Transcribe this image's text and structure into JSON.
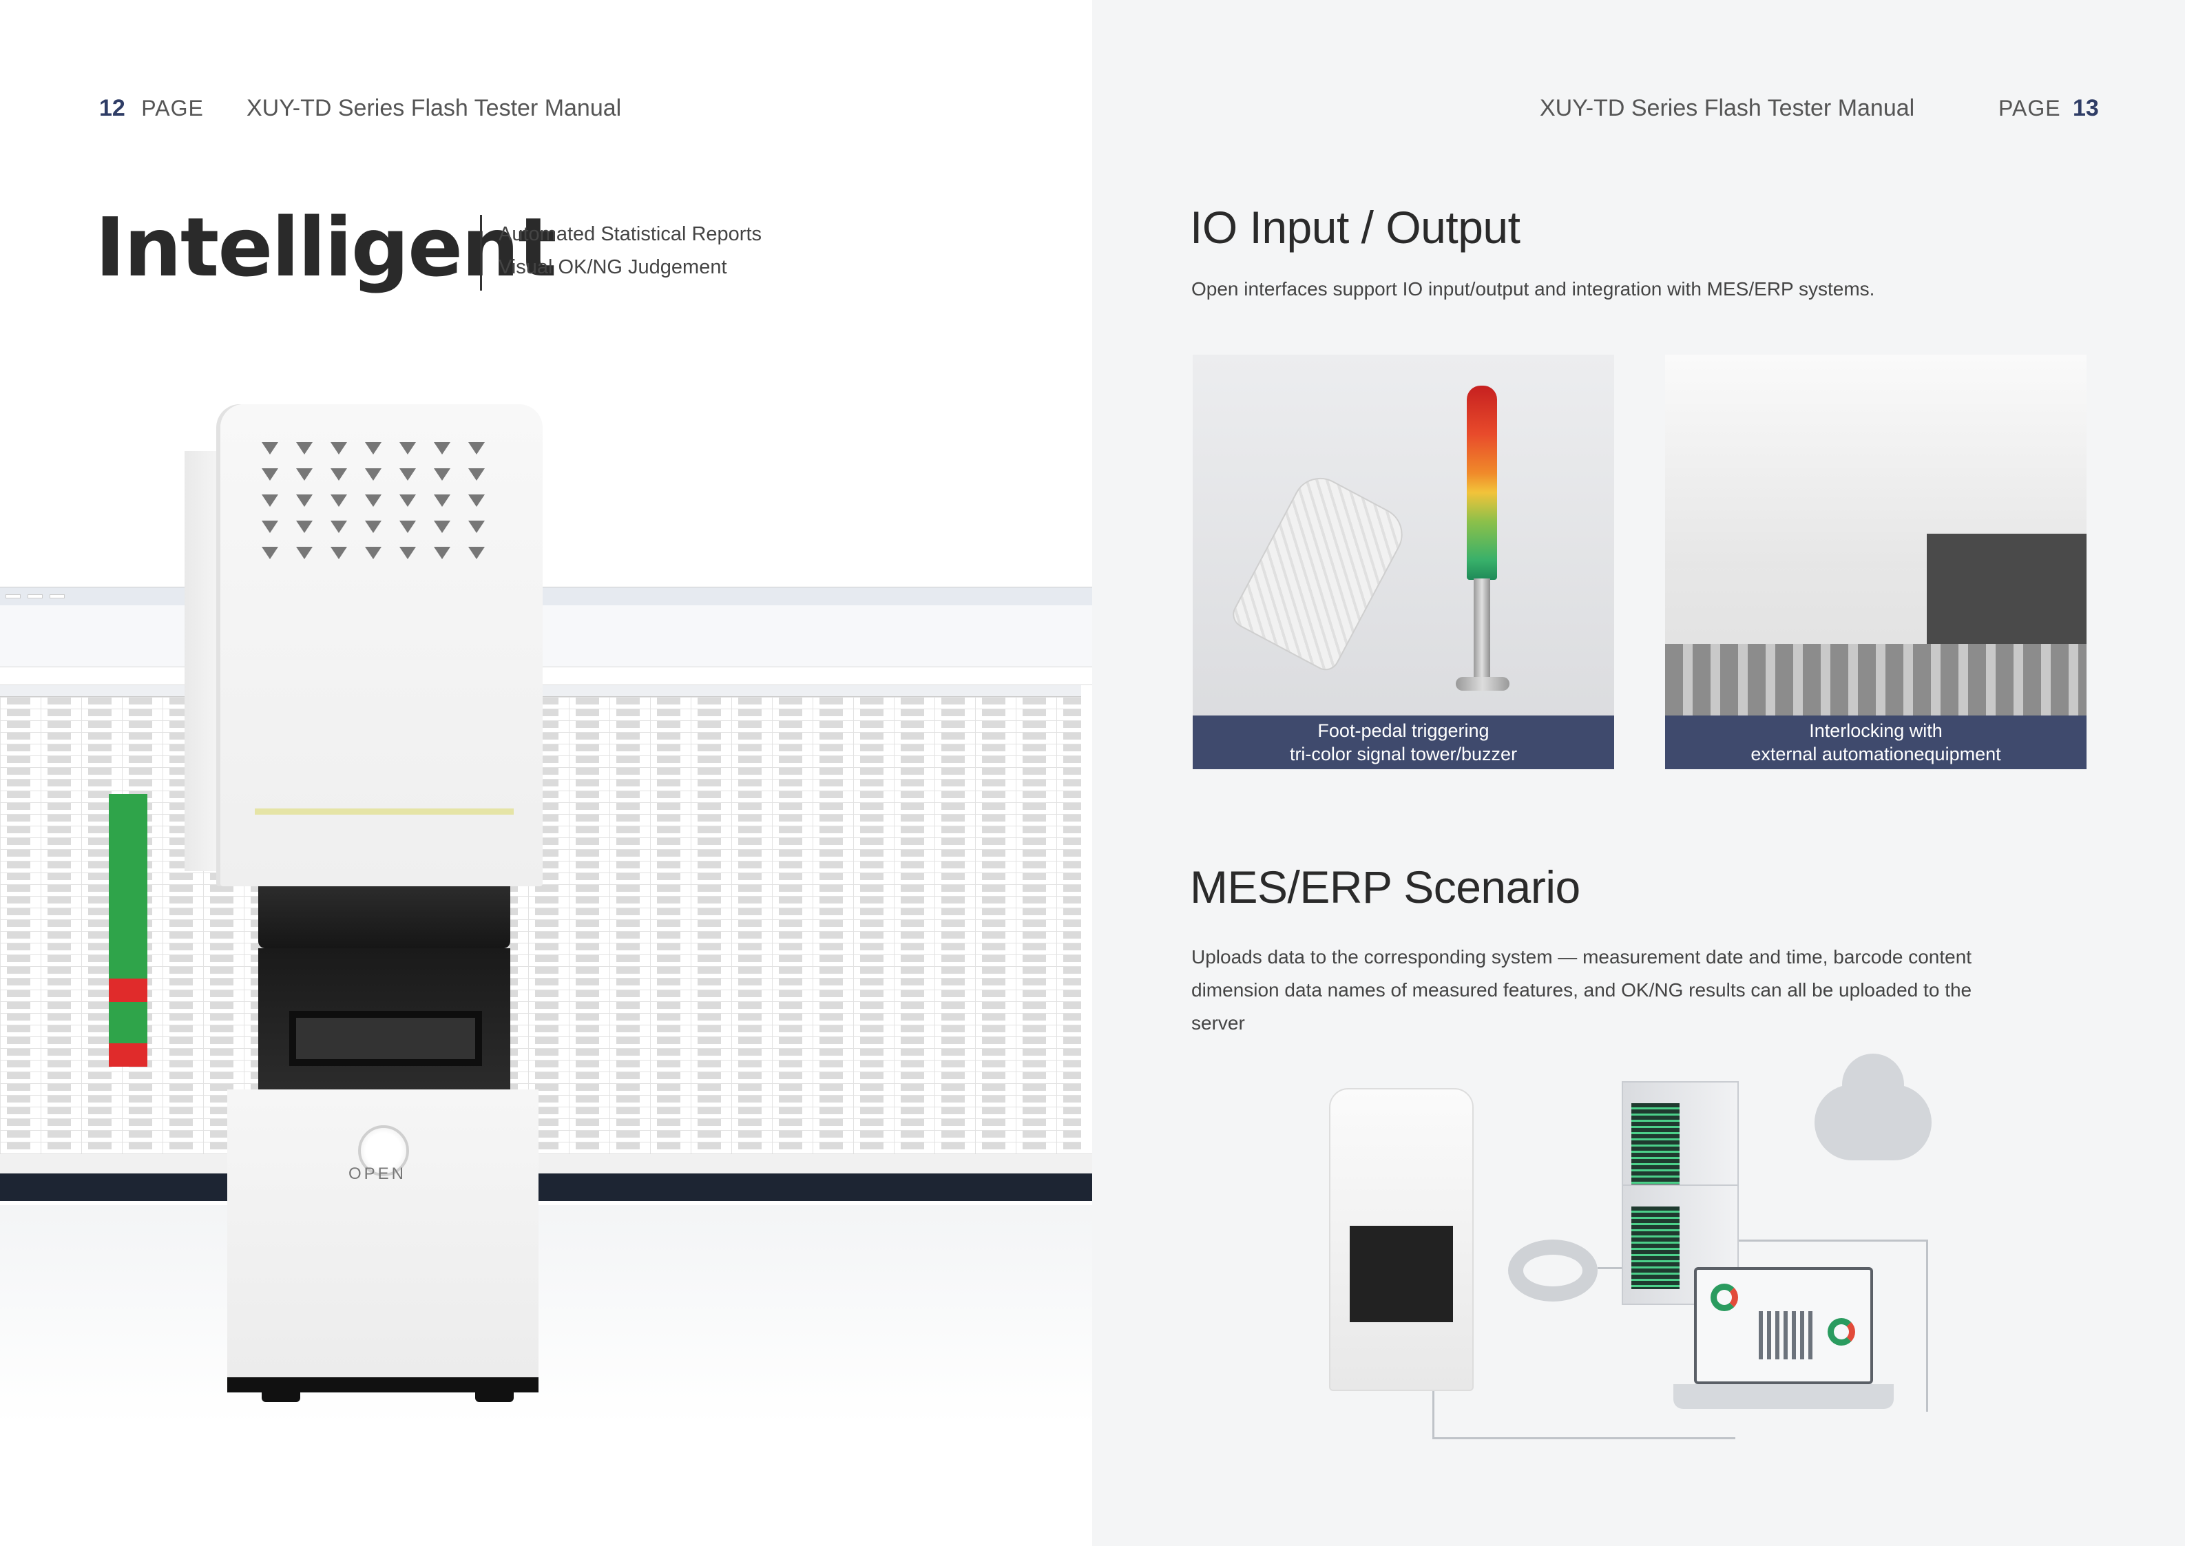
{
  "left_page": {
    "page_number": "12",
    "page_label": "PAGE",
    "manual_title": "XUY-TD Series Flash Tester Manual",
    "heading": "Intelligent",
    "subheading_line1": "Automated Statistical Reports",
    "subheading_line2": "Visual OK/NG Judgement",
    "device_button_label": "OPEN"
  },
  "right_page": {
    "page_number": "13",
    "page_label": "PAGE",
    "manual_title": "XUY-TD Series Flash Tester Manual",
    "io_heading": "IO Input / Output",
    "io_text": "Open interfaces support IO input/output and integration with MES/ERP systems.",
    "photo1_caption_line1": "Foot-pedal triggering",
    "photo1_caption_line2": "tri-color signal tower/buzzer",
    "photo2_caption_line1": "Interlocking with",
    "photo2_caption_line2": "external automationequipment",
    "mes_heading": "MES/ERP Scenario",
    "mes_text_line1": "Uploads data to the corresponding system — measurement date and time, barcode content",
    "mes_text_line2": "dimension data names of measured features, and OK/NG results can all be uploaded to the",
    "mes_text_line3": "server"
  },
  "colors": {
    "accent_navy": "#2f3d66",
    "caption_bg": "#3f4a6d",
    "ok_green": "#2fa44a",
    "ng_red": "#e02b2b"
  }
}
